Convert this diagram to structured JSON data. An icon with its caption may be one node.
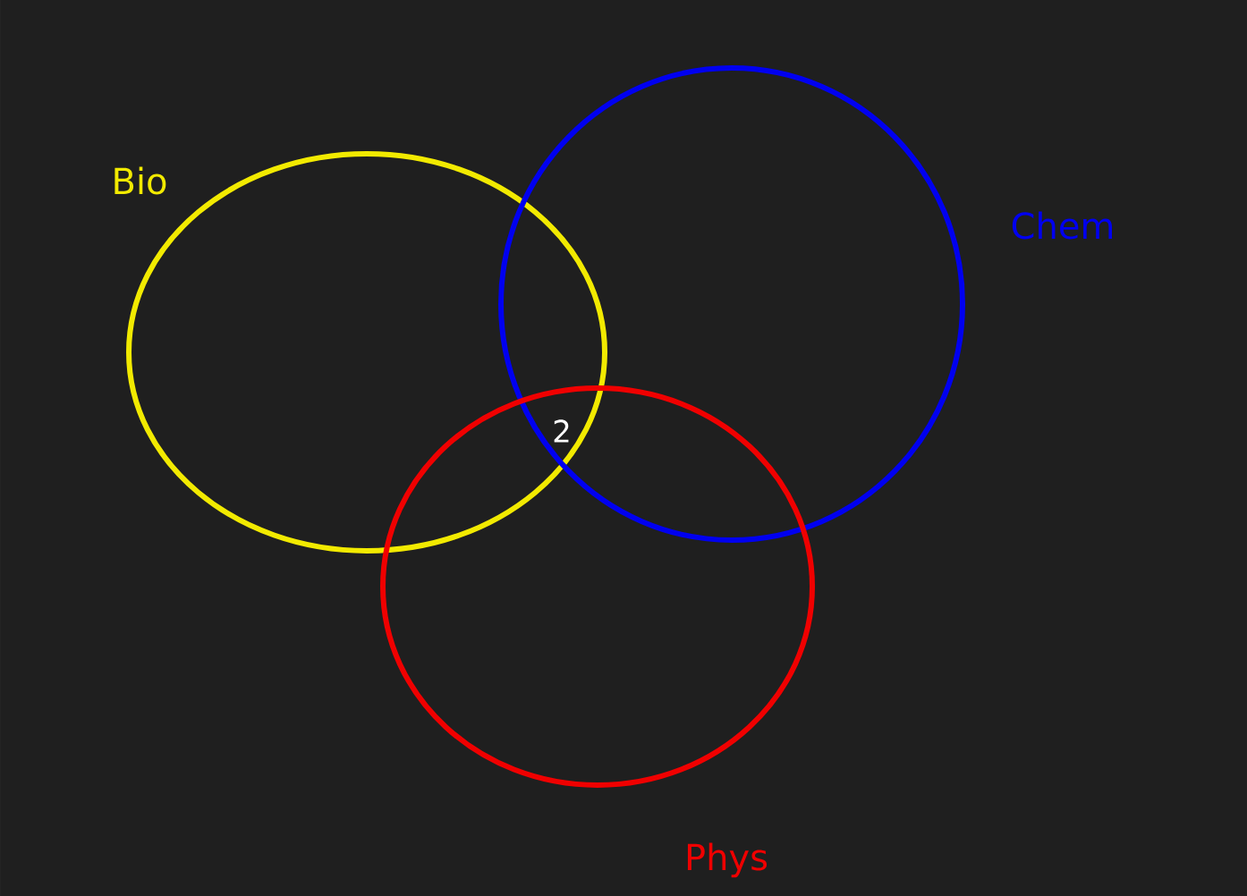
{
  "diagram": {
    "nodes": [
      {
        "text": [
          "Bio"
        ]
      },
      {
        "text": [
          "Chem"
        ]
      },
      {
        "text": [
          "Phys"
        ]
      }
    ],
    "labels": [
      "2"
    ]
  }
}
